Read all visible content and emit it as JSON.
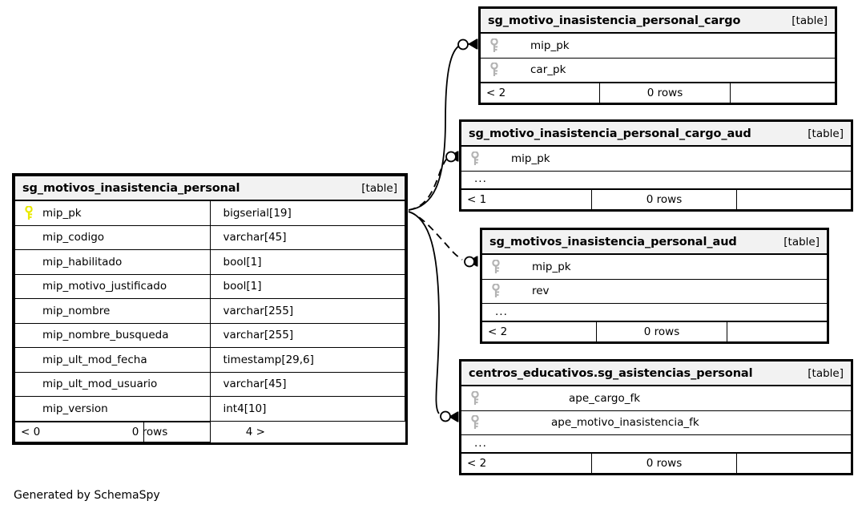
{
  "page": {
    "credit": "Generated by SchemaSpy",
    "table_tag": "[table]",
    "ellipsis": "...",
    "rows_label": "0 rows",
    "colors": {
      "primary_key": "#e9e900",
      "foreign_key": "#b3b3b3",
      "header_bg": "#f2f2f2",
      "border": "#000000",
      "background": "#ffffff"
    }
  },
  "tables": [
    {
      "id": "sg_motivos_inasistencia_personal",
      "name": "sg_motivos_inasistencia_personal",
      "tag": "[table]",
      "emphasis": "primary",
      "columns": [
        {
          "name": "mip_pk",
          "type": "bigserial[19]",
          "key": "primary"
        },
        {
          "name": "mip_codigo",
          "type": "varchar[45]",
          "key": "none"
        },
        {
          "name": "mip_habilitado",
          "type": "bool[1]",
          "key": "none"
        },
        {
          "name": "mip_motivo_justificado",
          "type": "bool[1]",
          "key": "none"
        },
        {
          "name": "mip_nombre",
          "type": "varchar[255]",
          "key": "none"
        },
        {
          "name": "mip_nombre_busqueda",
          "type": "varchar[255]",
          "key": "none"
        },
        {
          "name": "mip_ult_mod_fecha",
          "type": "timestamp[29,6]",
          "key": "none"
        },
        {
          "name": "mip_ult_mod_usuario",
          "type": "varchar[45]",
          "key": "none"
        },
        {
          "name": "mip_version",
          "type": "int4[10]",
          "key": "none"
        }
      ],
      "has_ellipsis": false,
      "footer": {
        "left": "< 0",
        "center": "0 rows",
        "right": "4 >"
      }
    },
    {
      "id": "sg_motivo_inasistencia_personal_cargo",
      "name": "sg_motivo_inasistencia_personal_cargo",
      "tag": "[table]",
      "emphasis": "normal",
      "columns": [
        {
          "name": "mip_pk",
          "type": "",
          "key": "foreign"
        },
        {
          "name": "car_pk",
          "type": "",
          "key": "foreign"
        }
      ],
      "has_ellipsis": false,
      "footer": {
        "left": "< 2",
        "center": "0 rows",
        "right": ""
      }
    },
    {
      "id": "sg_motivo_inasistencia_personal_cargo_aud",
      "name": "sg_motivo_inasistencia_personal_cargo_aud",
      "tag": "[table]",
      "emphasis": "normal",
      "columns": [
        {
          "name": "mip_pk",
          "type": "",
          "key": "foreign"
        }
      ],
      "has_ellipsis": true,
      "footer": {
        "left": "< 1",
        "center": "0 rows",
        "right": ""
      }
    },
    {
      "id": "sg_motivos_inasistencia_personal_aud",
      "name": "sg_motivos_inasistencia_personal_aud",
      "tag": "[table]",
      "emphasis": "normal",
      "columns": [
        {
          "name": "mip_pk",
          "type": "",
          "key": "foreign"
        },
        {
          "name": "rev",
          "type": "",
          "key": "foreign"
        }
      ],
      "has_ellipsis": true,
      "footer": {
        "left": "< 2",
        "center": "0 rows",
        "right": ""
      }
    },
    {
      "id": "centros_educativos.sg_asistencias_personal",
      "name": "centros_educativos.sg_asistencias_personal",
      "tag": "[table]",
      "emphasis": "normal",
      "columns": [
        {
          "name": "ape_cargo_fk",
          "type": "",
          "key": "foreign"
        },
        {
          "name": "ape_motivo_inasistencia_fk",
          "type": "",
          "key": "foreign"
        }
      ],
      "has_ellipsis": true,
      "footer": {
        "left": "< 2",
        "center": "0 rows",
        "right": ""
      }
    }
  ],
  "relationships": [
    {
      "from": "sg_motivos_inasistencia_personal.mip_pk",
      "to": "sg_motivo_inasistencia_personal_cargo.mip_pk",
      "style": "solid"
    },
    {
      "from": "sg_motivos_inasistencia_personal.mip_pk",
      "to": "sg_motivo_inasistencia_personal_cargo_aud.mip_pk",
      "style": "dashed"
    },
    {
      "from": "sg_motivos_inasistencia_personal.mip_pk",
      "to": "sg_motivos_inasistencia_personal_aud.mip_pk",
      "style": "dashed"
    },
    {
      "from": "sg_motivos_inasistencia_personal.mip_pk",
      "to": "centros_educativos.sg_asistencias_personal.ape_motivo_inasistencia_fk",
      "style": "solid"
    }
  ]
}
